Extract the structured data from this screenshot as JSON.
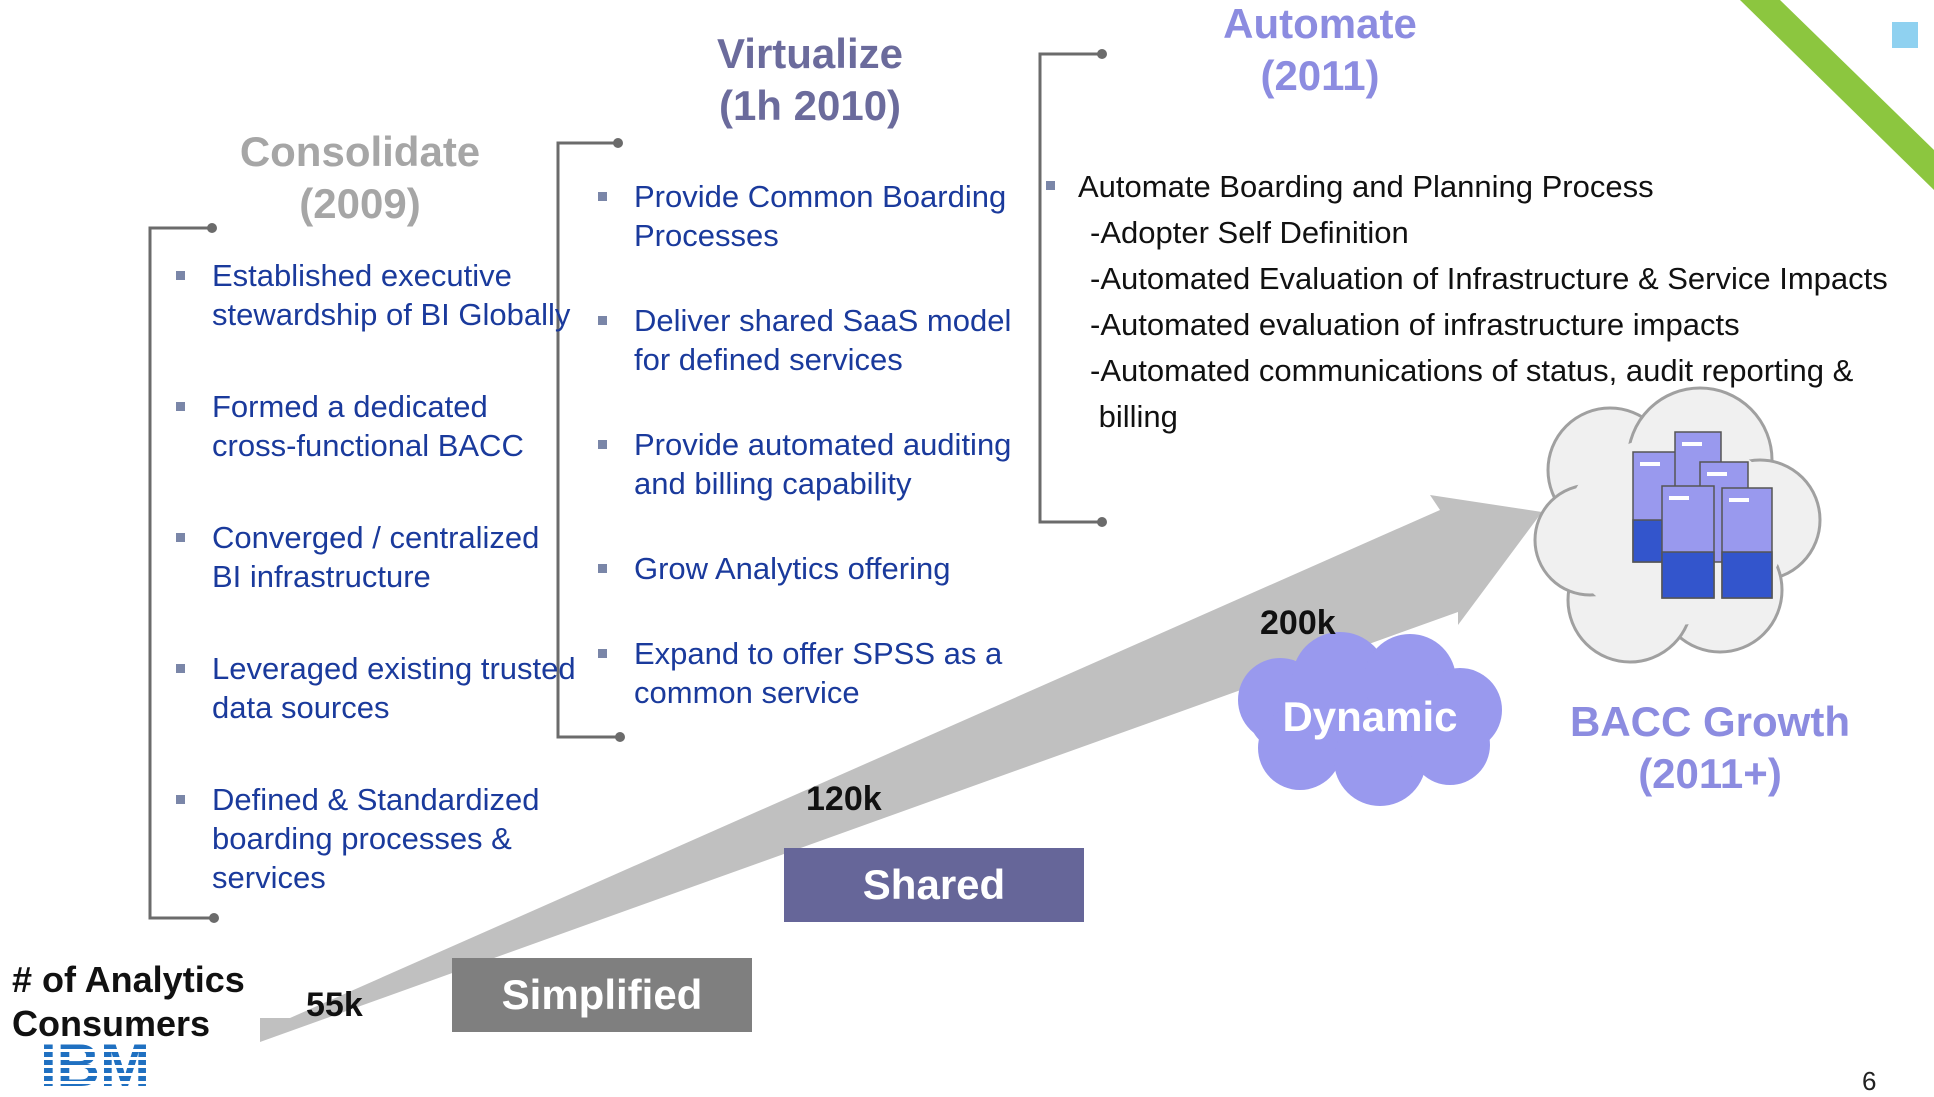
{
  "stages": {
    "consolidate": {
      "title": "Consolidate\n(2009)",
      "bullets": [
        "Established executive stewardship of BI Globally",
        "Formed a dedicated cross-functional BACC",
        "Converged / centralized BI infrastructure",
        "Leveraged existing trusted data sources",
        "Defined & Standardized boarding processes & services"
      ]
    },
    "virtualize": {
      "title": "Virtualize\n(1h 2010)",
      "bullets": [
        "Provide Common Boarding Processes",
        "Deliver shared SaaS model for defined services",
        "Provide automated auditing and billing capability",
        "Grow Analytics offering",
        "Expand to offer SPSS as a common service"
      ]
    },
    "automate": {
      "title": "Automate\n(2011)",
      "main_bullet": "Automate Boarding and Planning Process",
      "sub_items": [
        "-Adopter Self Definition",
        "-Automated Evaluation of Infrastructure & Service Impacts",
        "-Automated evaluation of infrastructure impacts",
        "-Automated communications of status, audit reporting &",
        " billing"
      ]
    }
  },
  "arrow": {
    "axis_label": "# of Analytics Consumers",
    "counts": [
      "55k",
      "120k",
      "200k"
    ],
    "levels": [
      "Simplified",
      "Shared",
      "Dynamic"
    ]
  },
  "growth": "BACC Growth\n(2011+)",
  "logo": "IBM",
  "page_number": "6",
  "colors": {
    "consolidate_title": "#a6a6a6",
    "virtualize_title": "#6b6b9c",
    "automate_title": "#8c8ce0",
    "bullet_text": "#1a3a9c",
    "simplified_box": "#7f7f7f",
    "shared_box": "#666699",
    "dynamic_cloud": "#9999ee",
    "arrow": "#c0c0c0",
    "accent_stripe": "#8cc63f",
    "logo_blue": "#1f70c1"
  }
}
